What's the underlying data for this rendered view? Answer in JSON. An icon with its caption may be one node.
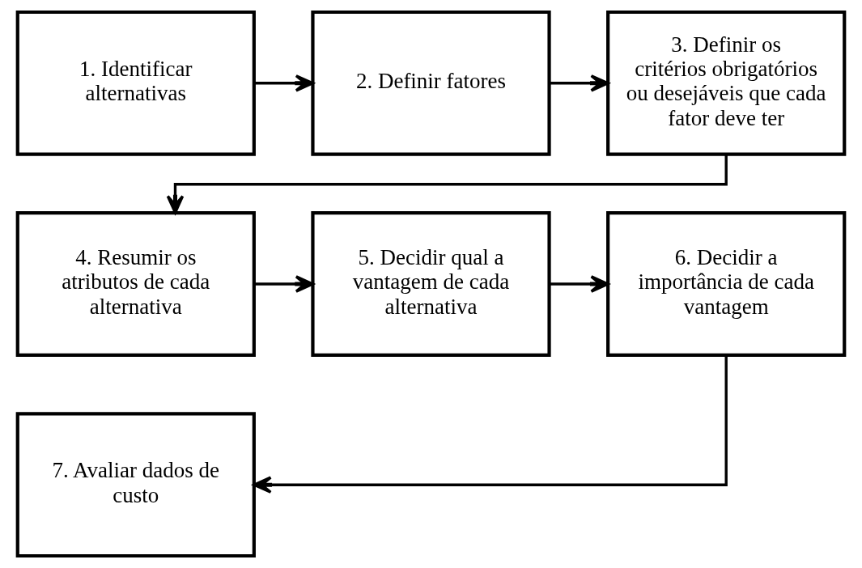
{
  "diagram": {
    "nodes": [
      {
        "text": [
          "1. Identificar alternativas"
        ]
      },
      {
        "text": [
          "2. Definir fatores"
        ]
      },
      {
        "text": [
          "3. Definir os critérios obrigatórios ou desejáveis que cada fator deve ter"
        ]
      },
      {
        "text": [
          "4. Resumir os atributos de cada alternativa"
        ]
      },
      {
        "text": [
          "5. Decidir qual a vantagem de cada alternativa"
        ]
      },
      {
        "text": [
          "6. Decidir a importância de cada vantagem"
        ]
      },
      {
        "text": [
          "7. Avaliar dados de custo"
        ]
      }
    ],
    "edges": [
      {
        "from": 0,
        "to": 1,
        "arrow": "to"
      },
      {
        "from": 1,
        "to": 2,
        "arrow": "to"
      },
      {
        "from": 2,
        "to": 3,
        "arrow": "to"
      },
      {
        "from": 3,
        "to": 4,
        "arrow": "to"
      },
      {
        "from": 4,
        "to": 5,
        "arrow": "to"
      },
      {
        "from": 5,
        "to": 6,
        "arrow": "to"
      }
    ]
  }
}
